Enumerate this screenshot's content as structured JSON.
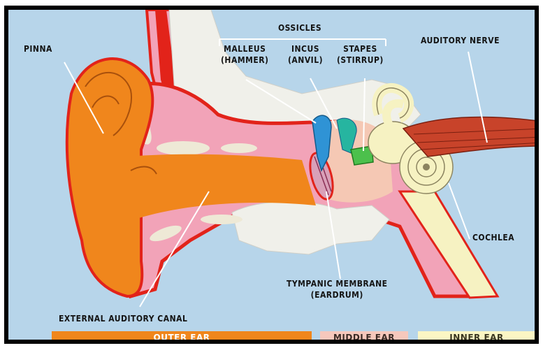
{
  "colors": {
    "background": "#b7d5ea",
    "pinna": "#f0861c",
    "outline": "#e2231a",
    "tissue": "#f2a3b8",
    "bone": "#f0f0ea",
    "malleus": "#2f93d5",
    "incus": "#f5c8b4",
    "stapes": "#4cc04c",
    "cochlea": "#f6f2c2",
    "nerve": "#c8432a",
    "outer_ear_bar": "#f0861c",
    "middle_ear_bar": "#f6c8bc",
    "inner_ear_bar": "#fbf6c4"
  },
  "labels": {
    "pinna": "PINNA",
    "ossicles": "OSSICLES",
    "malleus": "MALLEUS",
    "malleus_common": "(HAMMER)",
    "incus": "INCUS",
    "incus_common": "(ANVIL)",
    "stapes": "STAPES",
    "stapes_common": "(STIRRUP)",
    "auditory_nerve": "AUDITORY NERVE",
    "cochlea": "COCHLEA",
    "tympanic_membrane": "TYMPANIC MEMBRANE",
    "tympanic_common": "(EARDRUM)",
    "external_canal": "EXTERNAL AUDITORY CANAL"
  },
  "sections": {
    "outer": "OUTER EAR",
    "middle": "MIDDLE EAR",
    "inner": "INNER EAR"
  }
}
